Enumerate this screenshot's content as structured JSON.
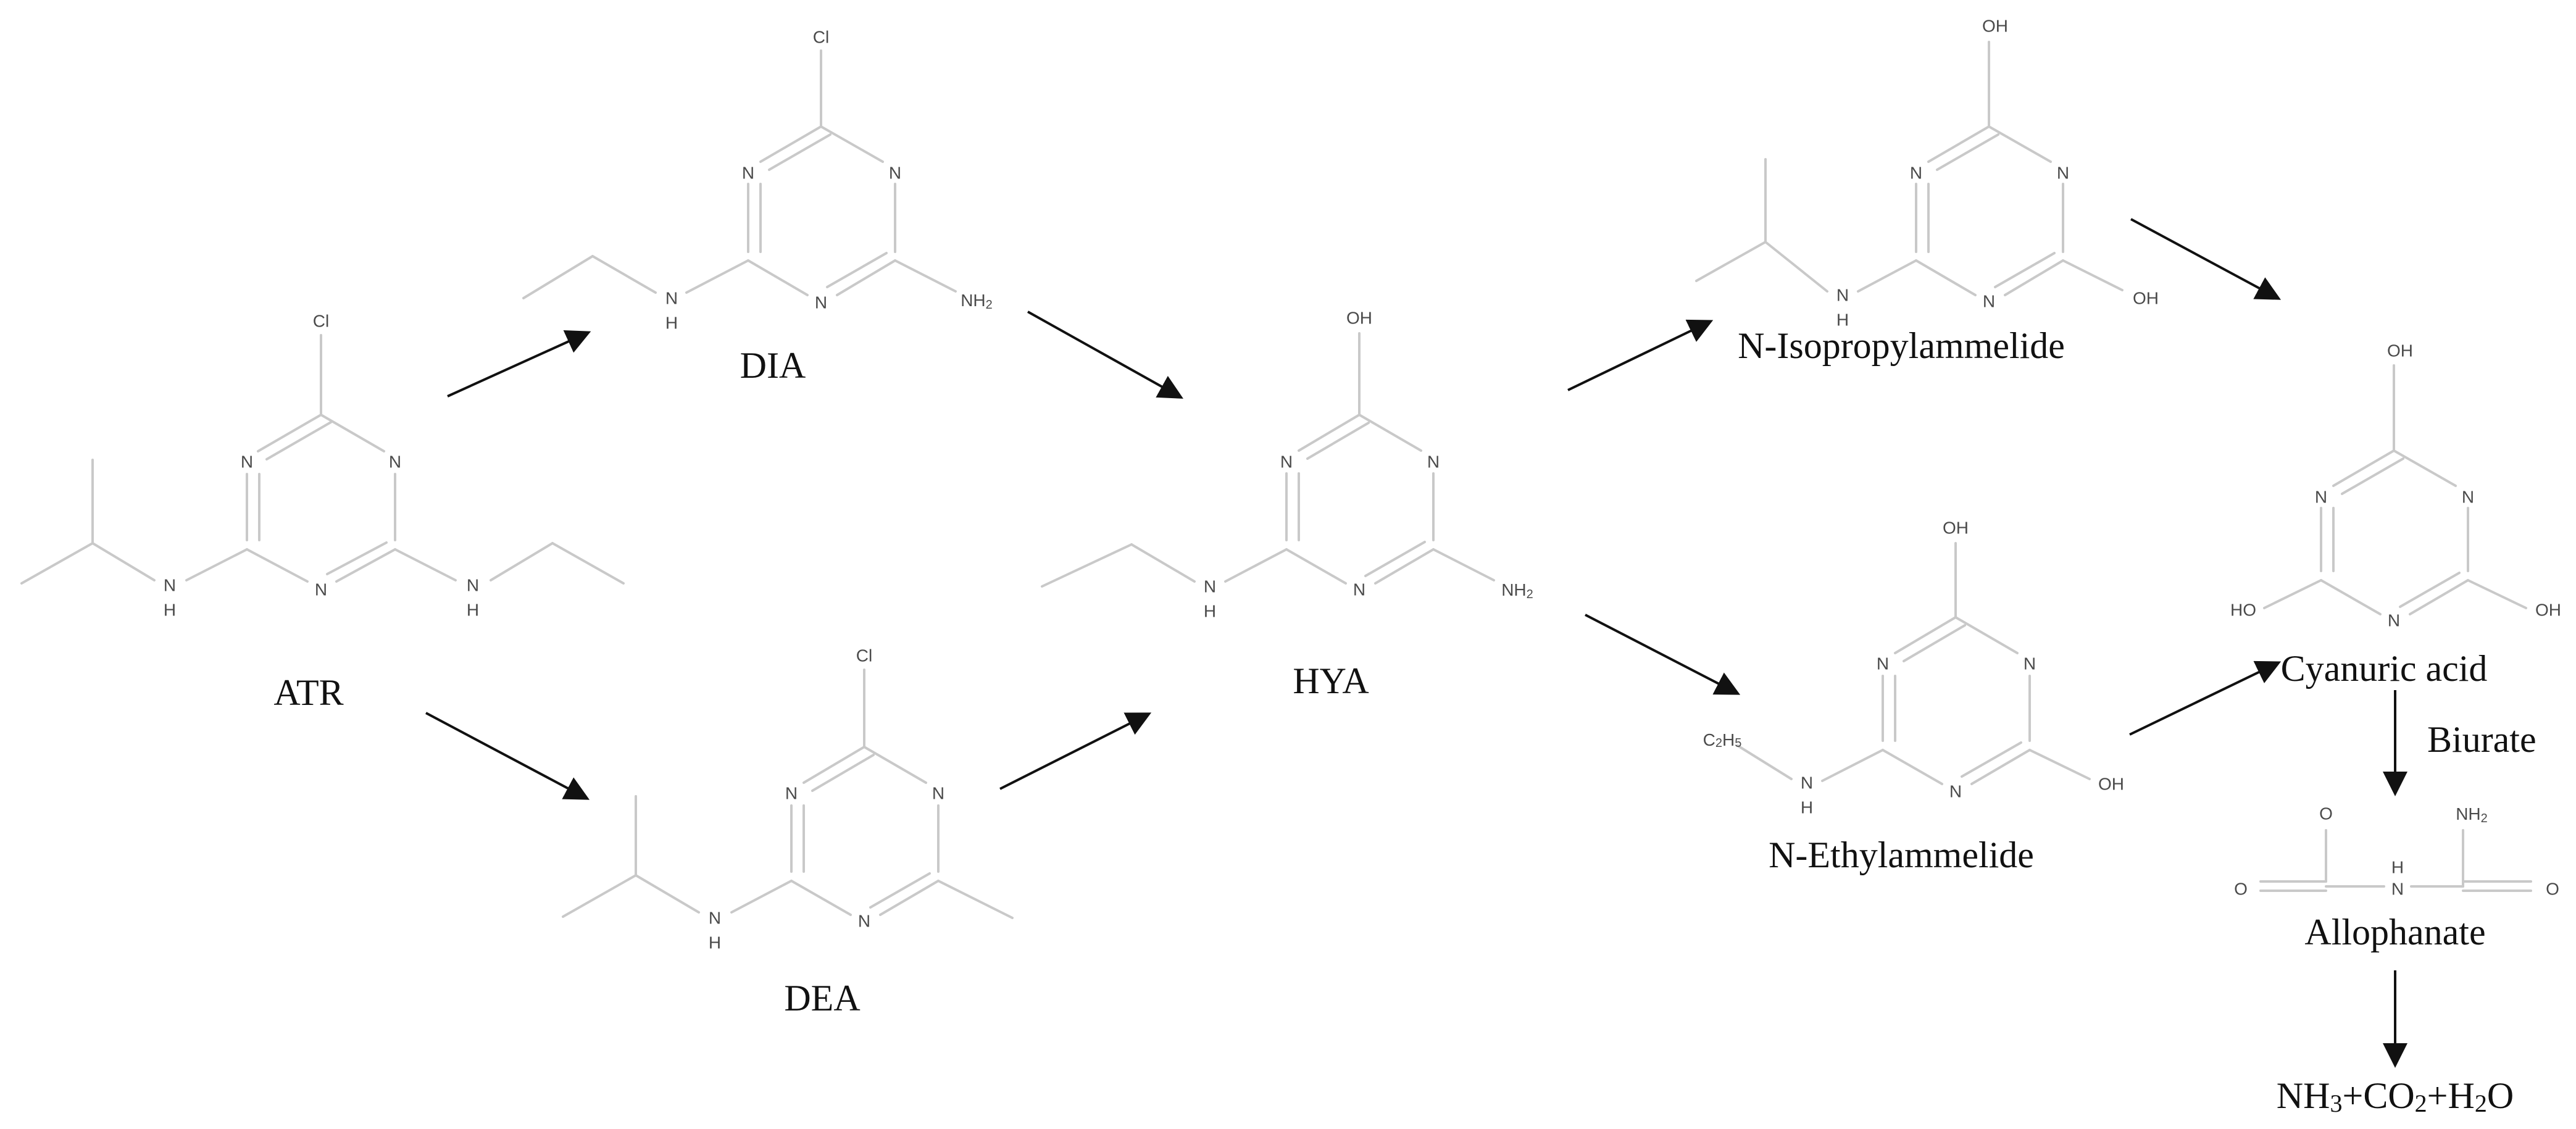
{
  "atoms": {
    "Cl": "Cl",
    "N": "N",
    "H": "H",
    "OH": "OH",
    "HO": "HO",
    "O": "O",
    "NH": "NH",
    "NH2_main": "NH",
    "sub2": "2",
    "C2H5_C": "C",
    "C2H5_2": "2",
    "C2H5_H": "H",
    "C2H5_5": "5"
  },
  "compounds": {
    "atr": "ATR",
    "dia": "DIA",
    "dea": "DEA",
    "hya": "HYA",
    "n_isopropylammelide": "N-Isopropylammelide",
    "n_ethylammelide": "N-Ethylammelide",
    "cyanuric_acid": "Cyanuric acid",
    "allophanate": "Allophanate"
  },
  "enzyme_labels": {
    "biurate": "Biurate"
  },
  "final_products": {
    "nh": "NH",
    "n3": "3",
    "plus1": "+",
    "co": "CO",
    "n2": "2",
    "plus2": "+",
    "h": "H",
    "h2": "2",
    "o": "O"
  },
  "colors": {
    "bond": "#c9c9c9",
    "atom_text": "#4a4a4a",
    "label_text": "#111111",
    "arrow": "#111111"
  }
}
